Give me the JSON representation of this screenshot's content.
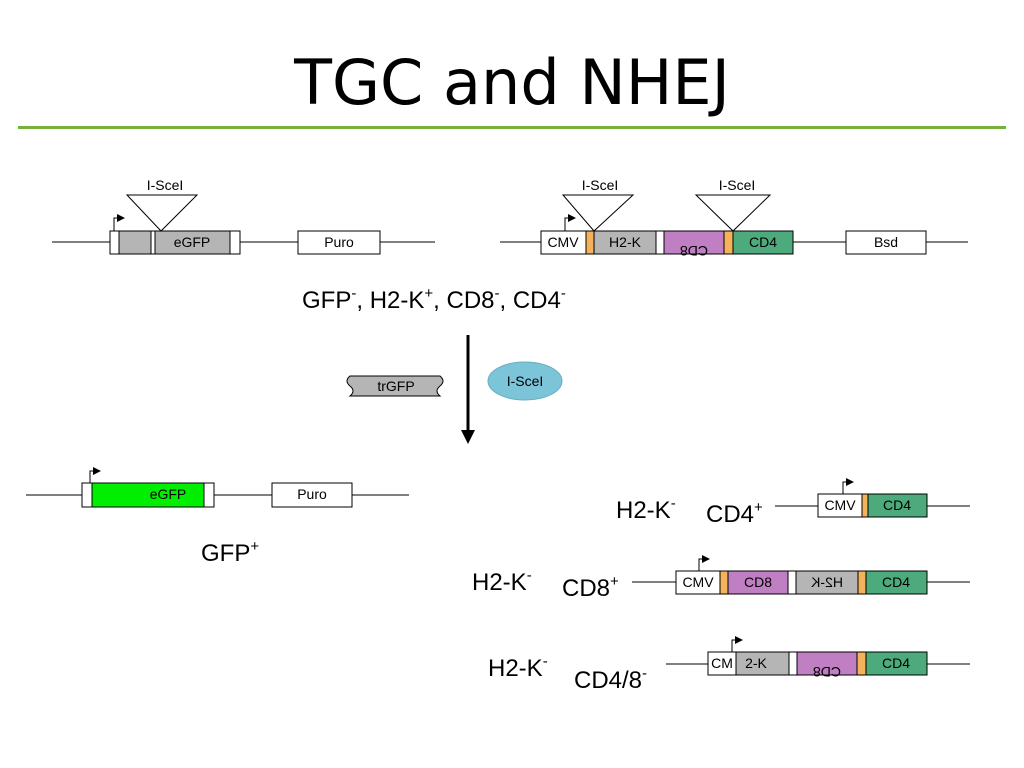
{
  "title": "TGC and NHEJ",
  "colors": {
    "rule": "#77b139",
    "gray": "#b5b5b5",
    "orange": "#f4b35a",
    "purple": "#c07fc3",
    "teal": "#4daa7c",
    "green": "#00ee00",
    "ellipse": "#7cc4d8"
  },
  "site_label": "I-SceI",
  "construct1": {
    "egfp": "eGFP",
    "puro": "Puro"
  },
  "construct2": {
    "cmv": "CMV",
    "h2k": "H2-K",
    "cd8": "CD8",
    "cd4": "CD4",
    "bsd": "Bsd"
  },
  "phenotype_top": {
    "gfp": "GFP",
    "gfp_sup": "-",
    "h2k": "H2-K",
    "h2k_sup": "+",
    "cd8": "CD8",
    "cd8_sup": "-",
    "cd4": "CD4",
    "cd4_sup": "-"
  },
  "donor": "trGFP",
  "enzyme": "I-SceI",
  "result1": {
    "egfp": "eGFP",
    "puro": "Puro",
    "pheno": "GFP",
    "pheno_sup": "+"
  },
  "result2": {
    "h2k": "H2-K",
    "h2k_sup": "-",
    "cd": "CD4",
    "cd_sup": "+",
    "cmv": "CMV",
    "cd4": "CD4"
  },
  "result3": {
    "h2k": "H2-K",
    "h2k_sup": "-",
    "cd": "CD8",
    "cd_sup": "+",
    "cmv": "CMV",
    "cd8": "CD8",
    "h2k_inv": "H2-K",
    "cd4": "CD4"
  },
  "result4": {
    "h2k": "H2-K",
    "h2k_sup": "-",
    "cd": "CD4/8",
    "cd_sup": "-",
    "cmv": "CM",
    "h2k_frag": "2-K",
    "cd8": "CD8",
    "cd4": "CD4"
  }
}
